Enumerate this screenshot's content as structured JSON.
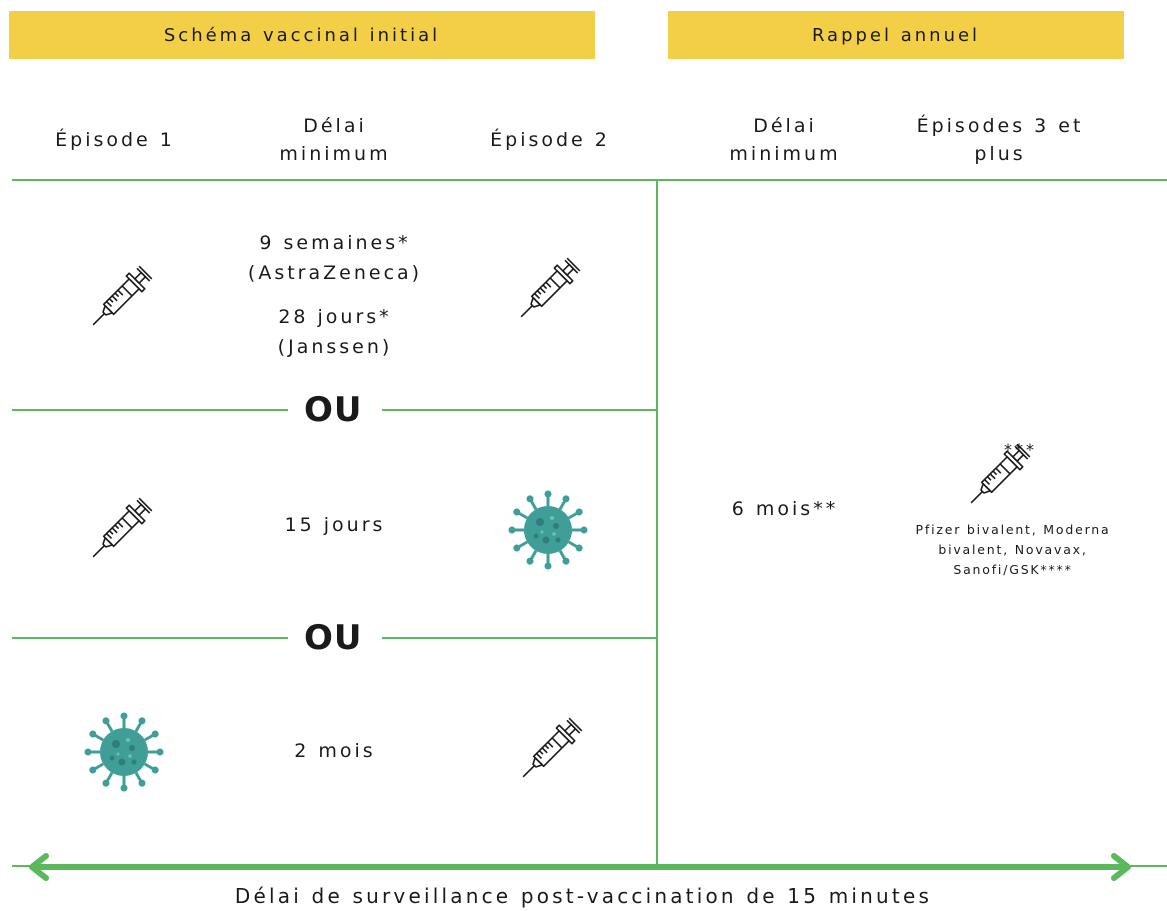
{
  "banners": {
    "initial": "Schéma vaccinal initial",
    "booster": "Rappel annuel"
  },
  "headers": {
    "episode1": "Épisode 1",
    "delay1_line1": "Délai",
    "delay1_line2": "minimum",
    "episode2": "Épisode 2",
    "delay2_line1": "Délai",
    "delay2_line2": "minimum",
    "episode3_line1": "Épisodes 3 et",
    "episode3_line2": "plus"
  },
  "rows": {
    "row1": {
      "delay_a_line1": "9 semaines*",
      "delay_a_line2": "(AstraZeneca)",
      "delay_b_line1": "28 jours*",
      "delay_b_line2": "(Janssen)"
    },
    "row2": {
      "delay": "15 jours"
    },
    "row3": {
      "delay": "2 mois"
    }
  },
  "separator_label": "OU",
  "booster": {
    "delay": "6 mois**",
    "asterisks": "***",
    "vaccines_line1": "Pfizer bivalent, Moderna",
    "vaccines_line2": "bivalent, Novavax,",
    "vaccines_line3": "Sanofi/GSK****"
  },
  "footer": "Délai de surveillance post-vaccination de 15 minutes",
  "colors": {
    "banner": "#f2cf47",
    "grid_line": "#5cb85c",
    "virus": "#3f9e98"
  },
  "icons": {
    "vaccine": "syringe-icon",
    "infection": "virus-icon"
  }
}
